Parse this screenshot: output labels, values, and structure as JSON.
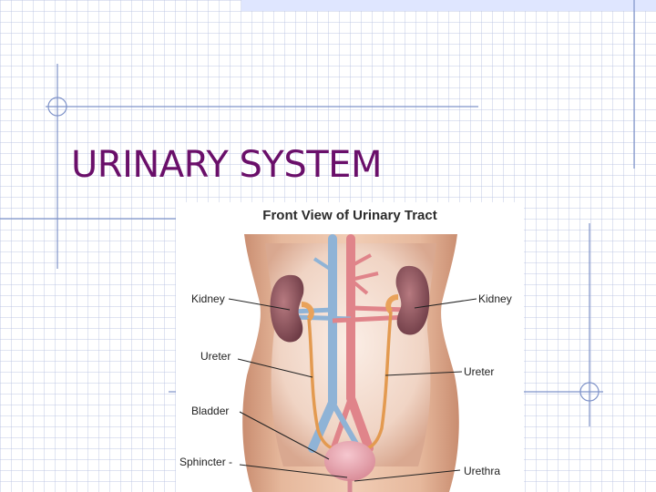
{
  "slide": {
    "title": "URINARY SYSTEM"
  },
  "figure": {
    "title": "Front View of Urinary Tract",
    "labels": {
      "kidney_left": "Kidney",
      "kidney_right": "Kidney",
      "ureter_left": "Ureter",
      "ureter_right": "Ureter",
      "bladder": "Bladder",
      "sphincter": "Sphincter -",
      "urethra": "Urethra"
    }
  },
  "colors": {
    "title": "#6a0f6a",
    "accent_lines": "#7f93c9",
    "top_bar": "#dfe6ff"
  }
}
